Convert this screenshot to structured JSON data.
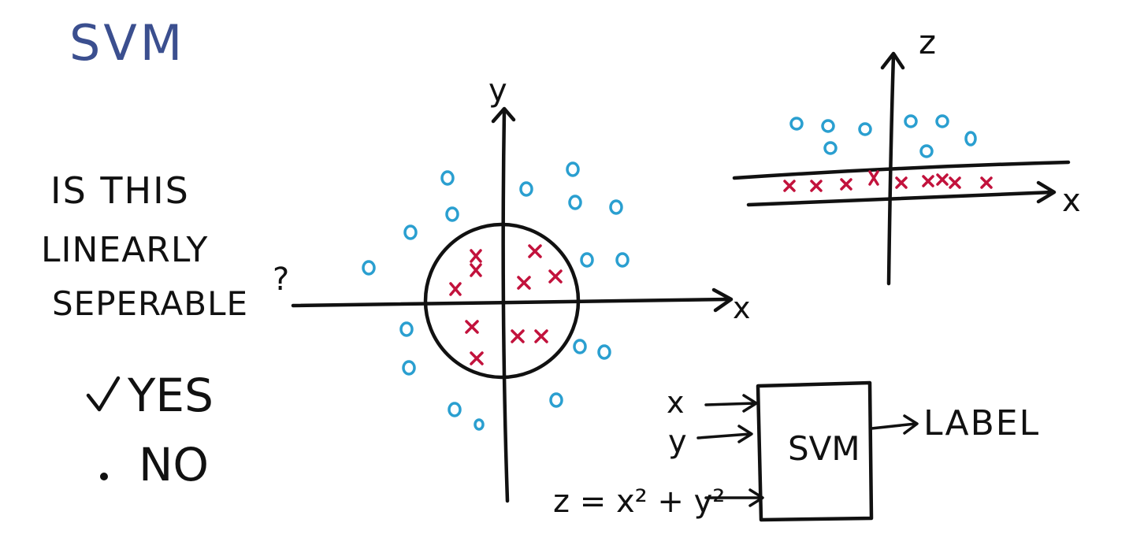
{
  "title": "SVM",
  "question": {
    "line1": "IS THIS",
    "line2": "LINEARLY",
    "line3": "SEPERABLE",
    "mark": "?"
  },
  "options": [
    {
      "label": "YES",
      "selected": true
    },
    {
      "label": "NO",
      "selected": false
    }
  ],
  "plot_left": {
    "x_axis_label": "x",
    "y_axis_label": "y",
    "boundary": "circle"
  },
  "plot_right": {
    "x_axis_label": "x",
    "y_axis_label": "z"
  },
  "pipeline": {
    "inputs": [
      "x",
      "y",
      "z = x² + y²"
    ],
    "box_label": "SVM",
    "output_label": "LABEL"
  },
  "colors": {
    "ink": "#111111",
    "title": "#3b4f8f",
    "positive": "#c2123c",
    "negative": "#2a9fd0"
  }
}
